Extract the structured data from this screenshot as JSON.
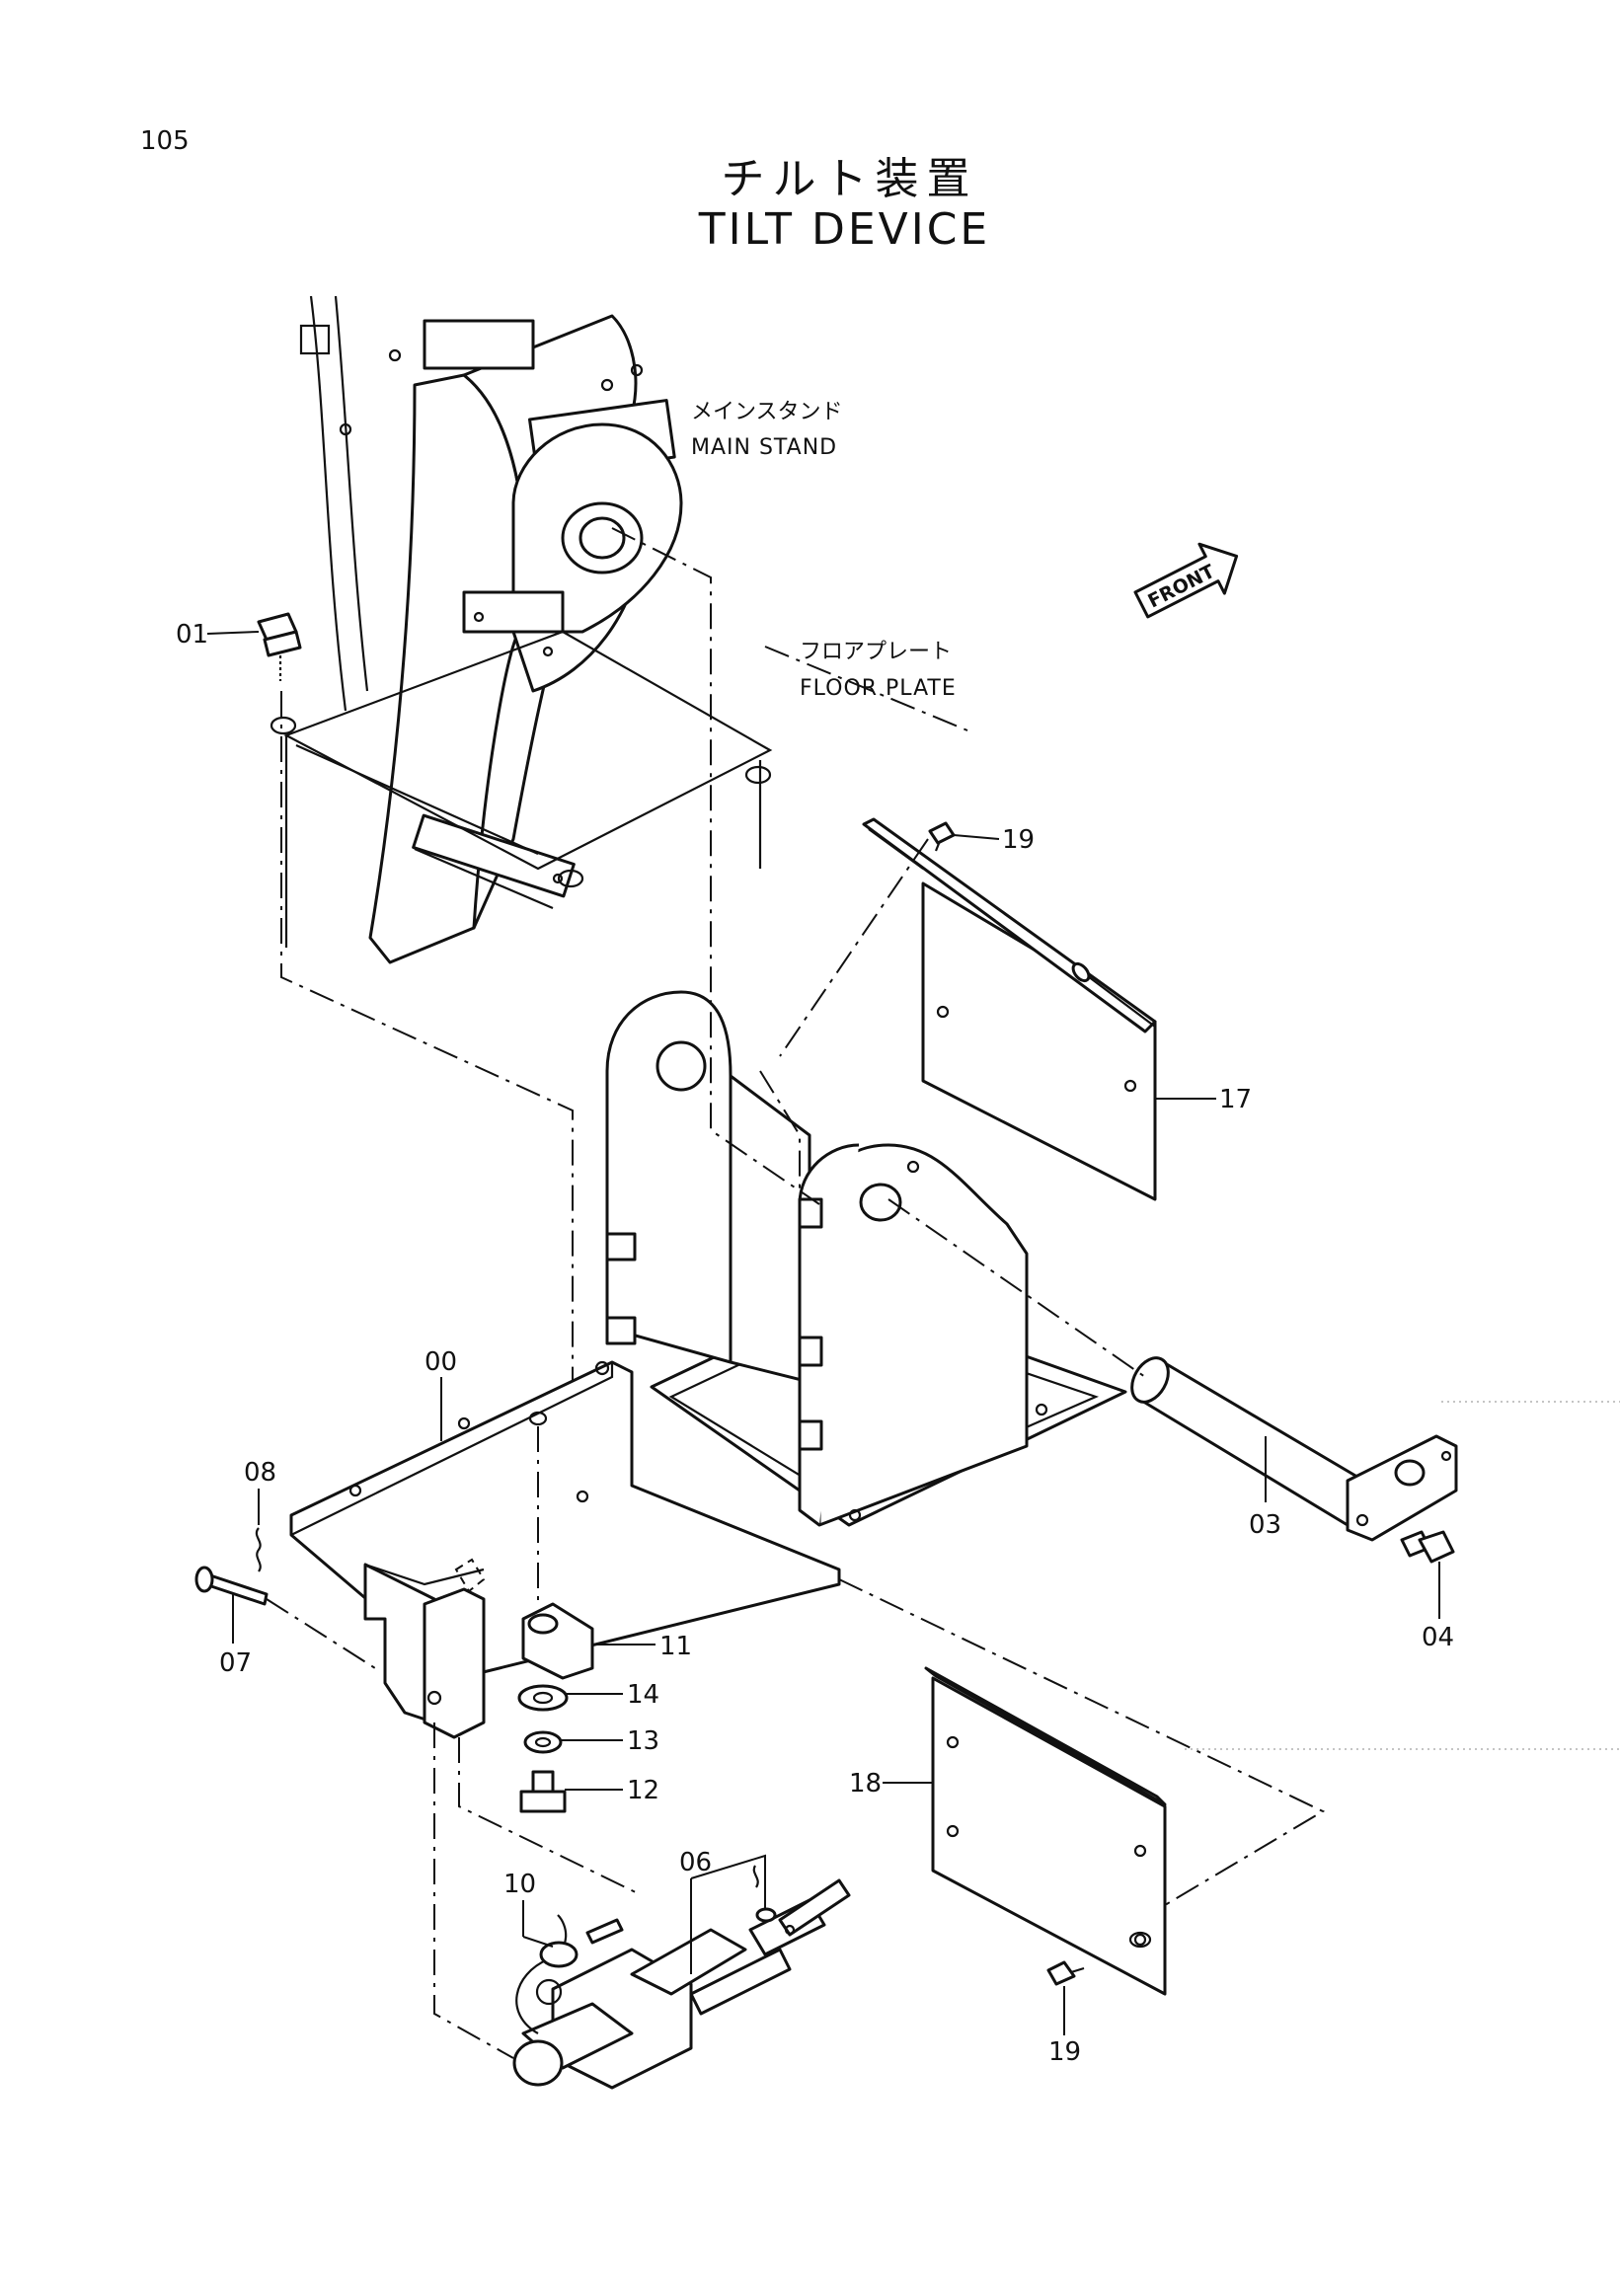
{
  "page": {
    "number": "105",
    "title_jp": "チルト装置",
    "title_en": "TILT DEVICE"
  },
  "labels": {
    "main_stand_jp": "メインスタンド",
    "main_stand_en": "MAIN STAND",
    "floor_plate_jp": "フロアプレート",
    "floor_plate_en": "FLOOR PLATE",
    "front": "FRONT"
  },
  "callouts": {
    "p00": "00",
    "p01": "01",
    "p03": "03",
    "p04": "04",
    "p06": "06",
    "p07": "07",
    "p08": "08",
    "p10": "10",
    "p11": "11",
    "p12": "12",
    "p13": "13",
    "p14": "14",
    "p17": "17",
    "p18": "18",
    "p19_top": "19",
    "p19_bottom": "19"
  }
}
